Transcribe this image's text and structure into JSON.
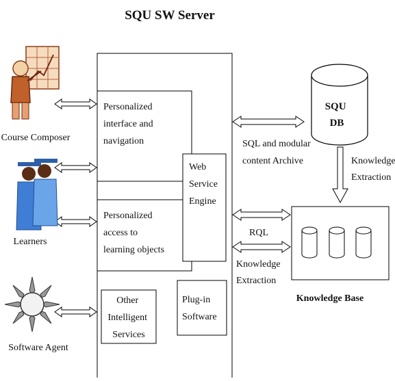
{
  "title": "SQU SW Server",
  "actors": {
    "course_composer": "Course Composer",
    "learners": "Learners",
    "software_agent": "Software Agent"
  },
  "server_modules": {
    "personalized_interface": [
      "Personalized",
      "interface and",
      "navigation"
    ],
    "personalized_access": [
      "Personalized",
      "access to",
      "learning objects"
    ],
    "other_services": [
      "Other",
      "Intelligent",
      "Services"
    ],
    "web_service_engine": [
      "Web",
      "Service",
      "Engine"
    ],
    "plugin_software": [
      "Plug-in",
      "Software"
    ]
  },
  "database": {
    "name": [
      "SQU",
      "DB"
    ]
  },
  "knowledge_base": {
    "label": "Knowledge Base"
  },
  "connections": {
    "sql_archive": [
      "SQL and modular",
      "content Archive"
    ],
    "rql": "RQL",
    "knowledge_extraction_left": [
      "Knowledge",
      "Extraction"
    ],
    "knowledge_extraction_right": [
      "Knowledge",
      "Extraction"
    ]
  }
}
